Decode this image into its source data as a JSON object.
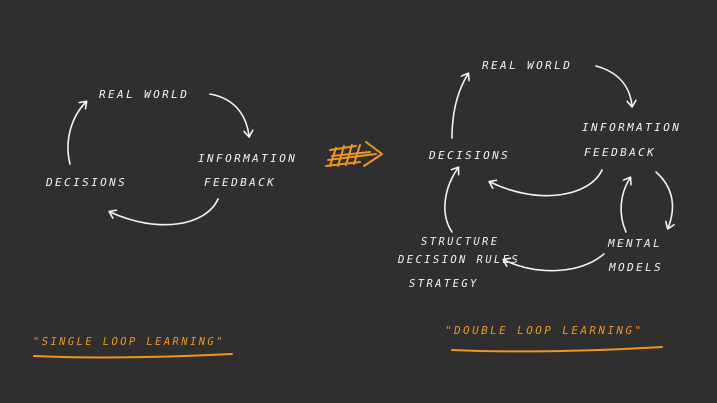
{
  "single_loop": {
    "real_world": "REAL WORLD",
    "info_line1": "INFORMATION",
    "info_line2": "FEEDBACK",
    "decisions": "DECISIONS",
    "caption": "\"SINGLE LOOP LEARNING\""
  },
  "double_loop": {
    "real_world": "REAL WORLD",
    "info_line1": "INFORMATION",
    "info_line2": "FEEDBACK",
    "decisions": "DECISIONS",
    "mental_line1": "MENTAL",
    "mental_line2": "MODELS",
    "structure_line1": "STRUCTURE",
    "structure_line2": "DECISION RULES",
    "structure_line3": "STRATEGY",
    "caption": "\"DOUBLE LOOP LEARNING\""
  },
  "colors": {
    "background": "#2f2f2f",
    "ink": "#f4f4f4",
    "accent": "#f0951f"
  }
}
